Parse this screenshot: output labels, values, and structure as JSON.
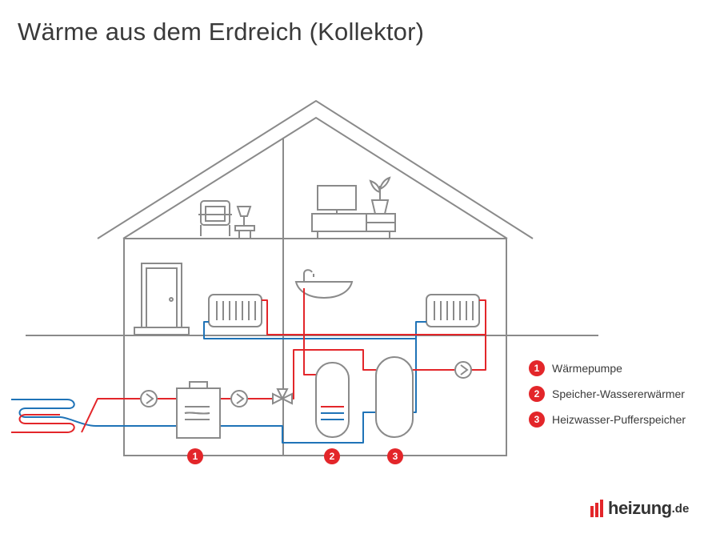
{
  "title": "Wärme aus dem Erdreich (Kollektor)",
  "colors": {
    "line": "#8a8a8a",
    "supply": "#e3262a",
    "return": "#1f73b7",
    "badge": "#e3262a",
    "text": "#3a3a3a"
  },
  "legend": [
    {
      "number": "1",
      "label": "Wärmepumpe"
    },
    {
      "number": "2",
      "label": "Speicher-Wassererwärmer"
    },
    {
      "number": "3",
      "label": "Heizwasser-Pufferspeicher"
    }
  ],
  "markers": [
    "1",
    "2",
    "3"
  ],
  "icons": [
    "armchair-icon",
    "lamp-icon",
    "tv-icon",
    "plant-icon",
    "door-icon",
    "sink-icon",
    "radiator-icon",
    "pump-icon",
    "valve-icon",
    "ground-collector-icon"
  ],
  "brand": {
    "name": "heizung",
    "tld": ".de"
  }
}
